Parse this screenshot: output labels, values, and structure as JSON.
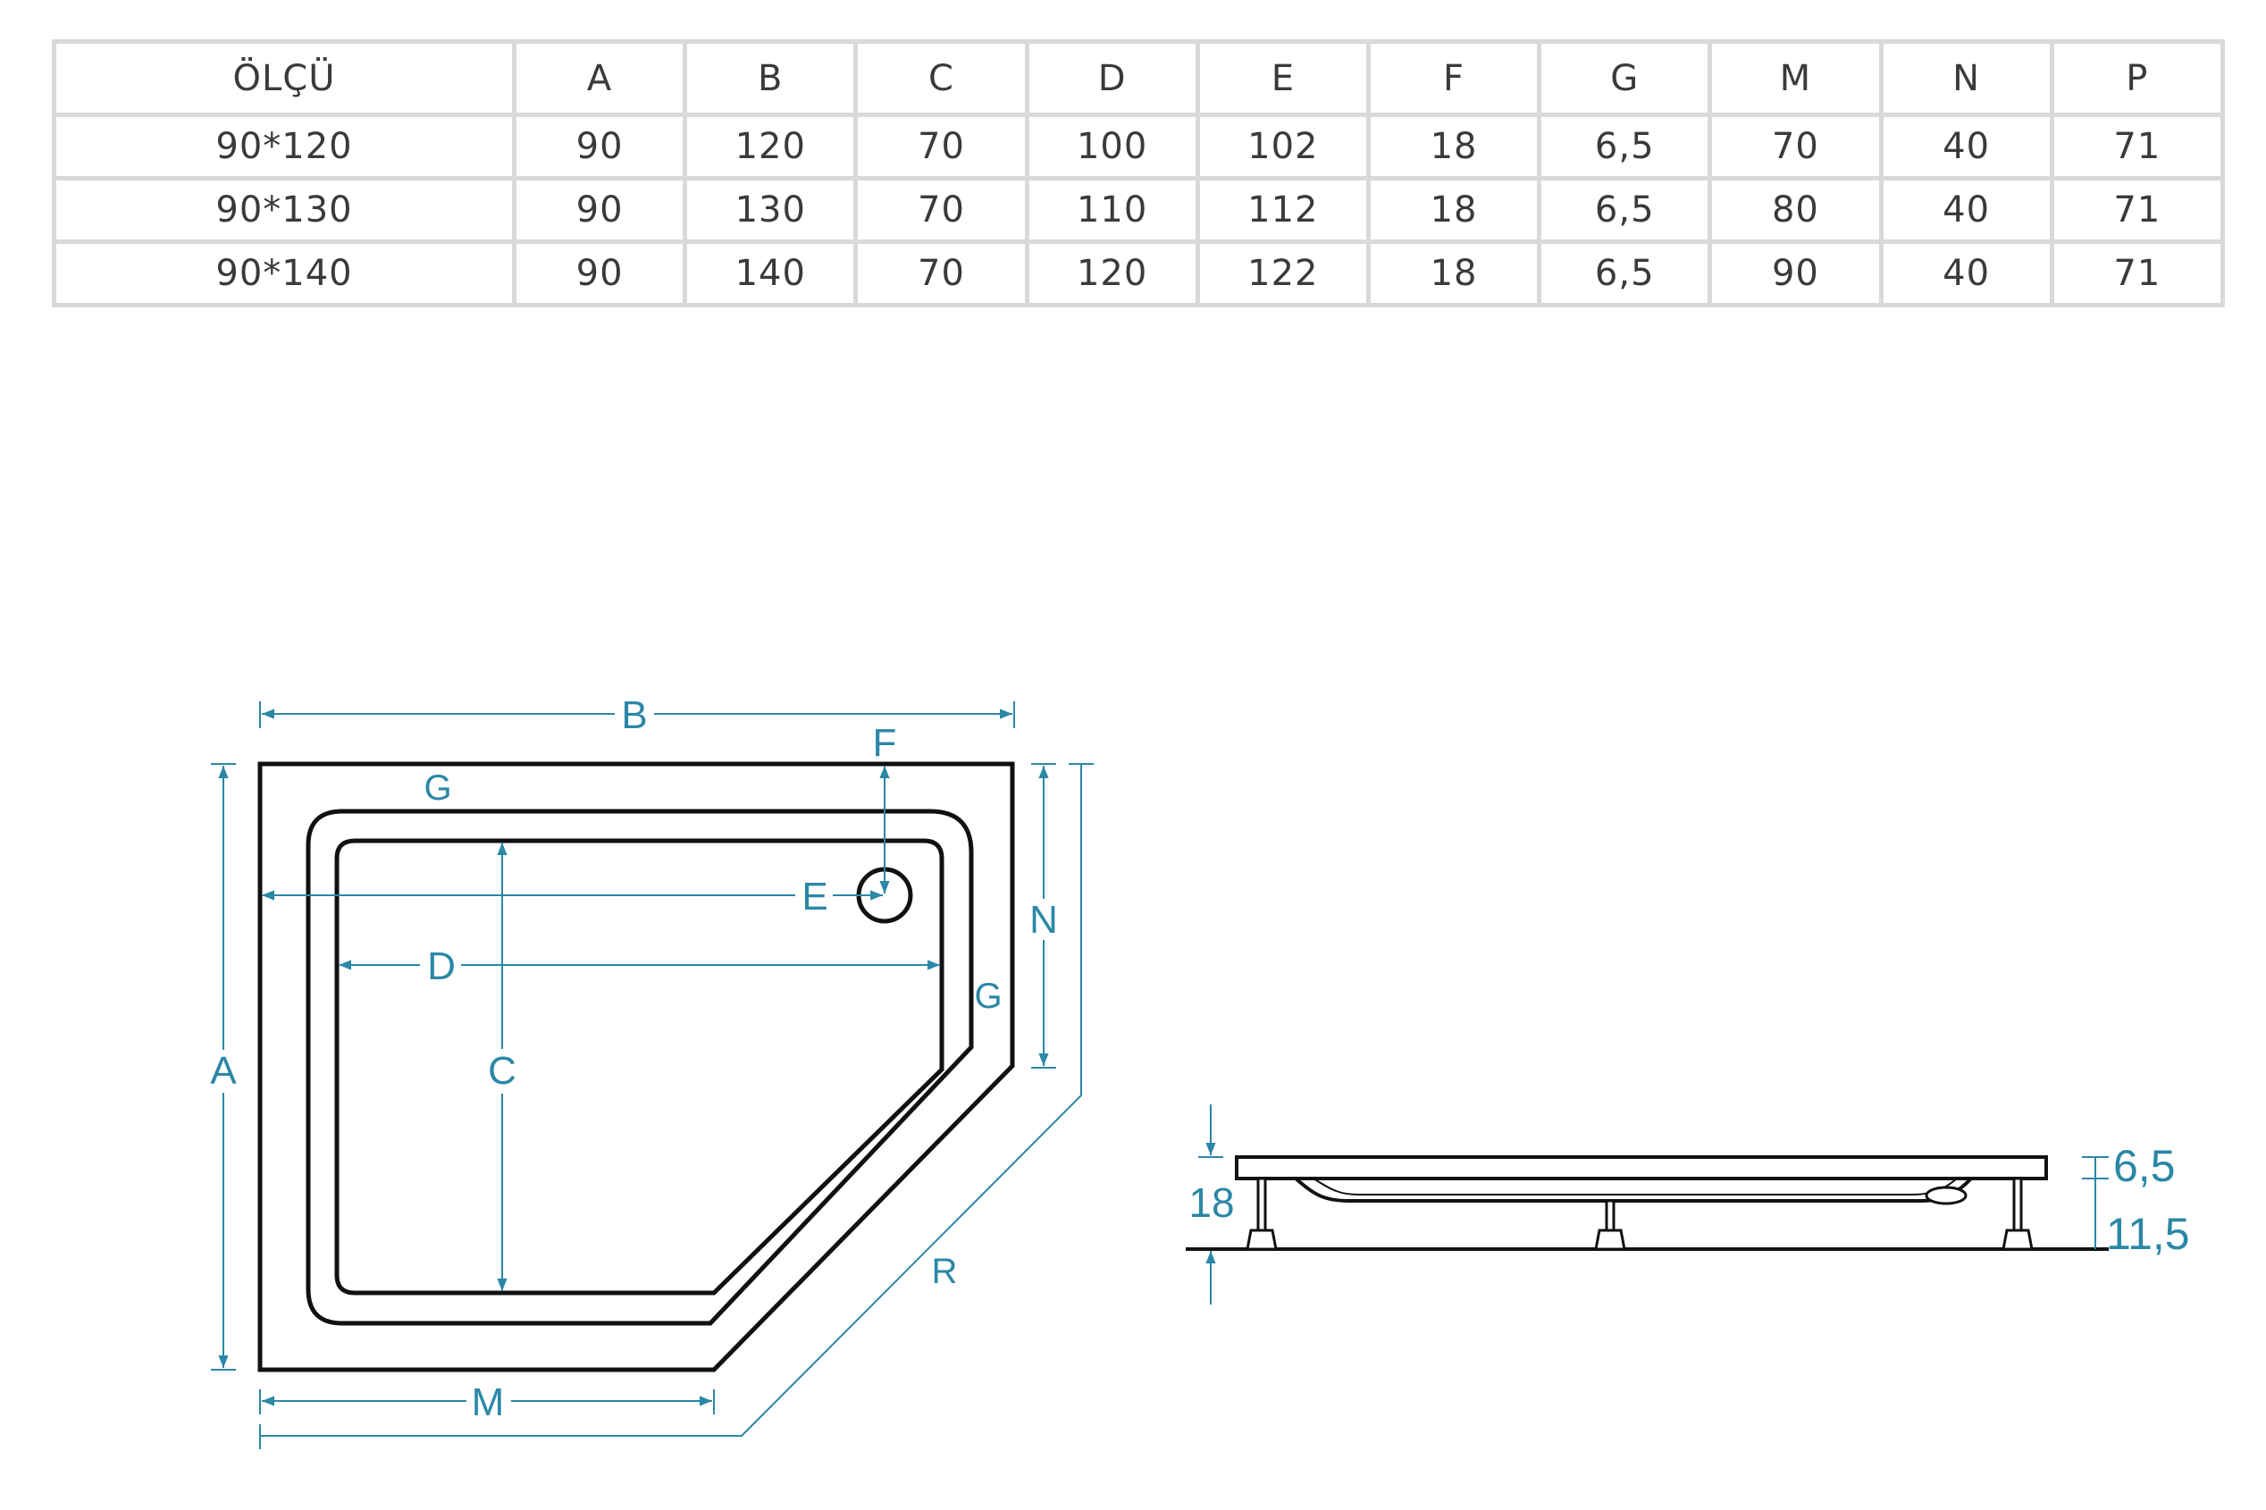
{
  "table": {
    "headers": [
      "ÖLÇÜ",
      "A",
      "B",
      "C",
      "D",
      "E",
      "F",
      "G",
      "M",
      "N",
      "P"
    ],
    "rows": [
      [
        "90*120",
        "90",
        "120",
        "70",
        "100",
        "102",
        "18",
        "6,5",
        "70",
        "40",
        "71"
      ],
      [
        "90*130",
        "90",
        "130",
        "70",
        "110",
        "112",
        "18",
        "6,5",
        "80",
        "40",
        "71"
      ],
      [
        "90*140",
        "90",
        "140",
        "70",
        "120",
        "122",
        "18",
        "6,5",
        "90",
        "40",
        "71"
      ]
    ]
  },
  "top_view": {
    "labels": {
      "A": "A",
      "B": "B",
      "C": "C",
      "D": "D",
      "E": "E",
      "F": "F",
      "G1": "G",
      "G2": "G",
      "M": "M",
      "N": "N",
      "R": "R"
    }
  },
  "side_view": {
    "labels": {
      "height_total": "18",
      "rim": "6,5",
      "base": "11,5"
    }
  },
  "colors": {
    "dimension": "#2b87a6",
    "outline": "#111111",
    "table_border": "#d9d9d9",
    "text": "#3a3a3a"
  }
}
